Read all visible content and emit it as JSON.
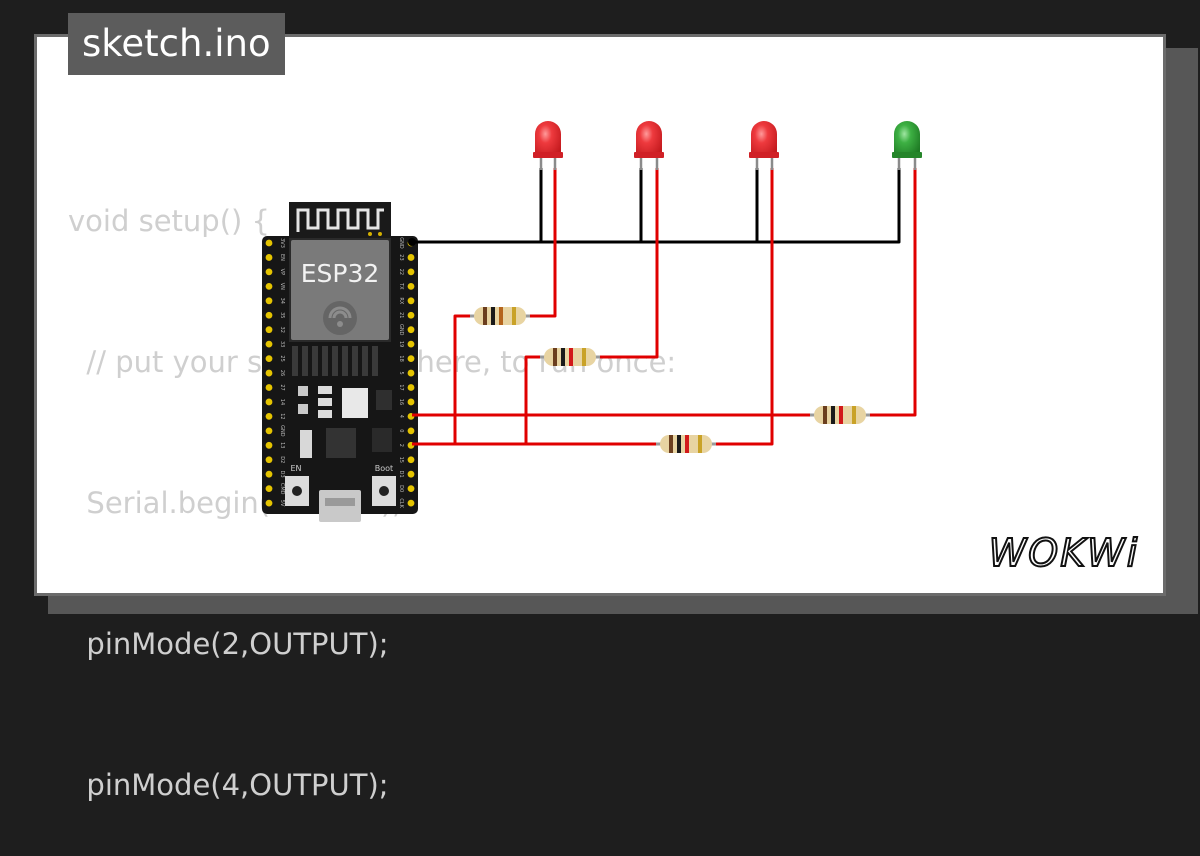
{
  "title": "sketch.ino",
  "code_lines": [
    "void setup() {",
    "  // put your setup code here, to run once:",
    "  Serial.begin(115200);",
    "  pinMode(2,OUTPUT);",
    "  pinMode(4,OUTPUT);"
  ],
  "board": {
    "label": "ESP32",
    "en_label": "EN",
    "boot_label": "Boot",
    "left_pins": [
      "3V3",
      "EN",
      "VP",
      "VN",
      "34",
      "35",
      "32",
      "33",
      "25",
      "26",
      "27",
      "14",
      "12",
      "GND",
      "13",
      "D2",
      "D3",
      "CMD",
      "5V"
    ],
    "right_pins": [
      "GND",
      "23",
      "22",
      "TX",
      "RX",
      "21",
      "GND",
      "19",
      "18",
      "5",
      "17",
      "16",
      "4",
      "0",
      "2",
      "15",
      "D1",
      "D0",
      "CLK"
    ]
  },
  "leds": [
    {
      "color": "red",
      "hex": "#e8262b"
    },
    {
      "color": "red",
      "hex": "#e8262b"
    },
    {
      "color": "red",
      "hex": "#e8262b"
    },
    {
      "color": "green",
      "hex": "#2e9a33"
    }
  ],
  "brand": "WOKWi",
  "colors": {
    "background": "#1e1e1e",
    "canvas": "#ffffff",
    "wire_gnd": "#000000",
    "wire_signal": "#e00000",
    "code_text": "#cfcfcf",
    "title_bg": "#5c5c5c"
  }
}
